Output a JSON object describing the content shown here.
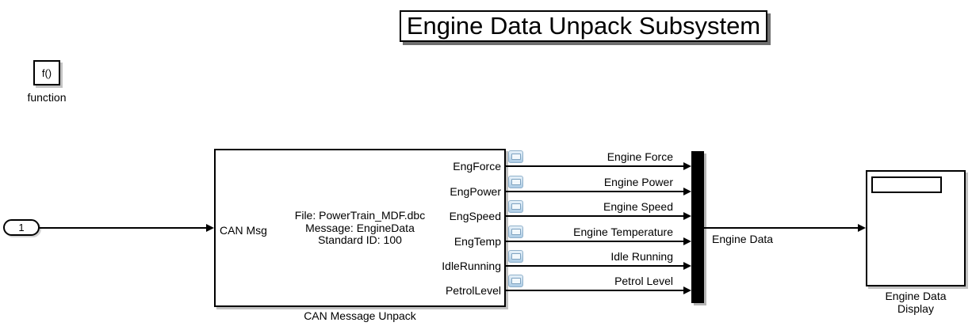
{
  "diagram_title": "Engine Data Unpack Subsystem",
  "function_trigger_block": {
    "text": "f()",
    "label": "function"
  },
  "inport_block": {
    "number": "1"
  },
  "can_unpack_block": {
    "input_port_label": "CAN Msg",
    "body_line1": "File: PowerTrain_MDF.dbc",
    "body_line2": "Message: EngineData",
    "body_line3": "Standard ID: 100",
    "name_label": "CAN Message Unpack"
  },
  "signals": [
    {
      "port_label": "EngForce",
      "signal_name": "Engine Force"
    },
    {
      "port_label": "EngPower",
      "signal_name": "Engine Power"
    },
    {
      "port_label": "EngSpeed",
      "signal_name": "Engine Speed"
    },
    {
      "port_label": "EngTemp",
      "signal_name": "Engine Temperature"
    },
    {
      "port_label": "IdleRunning",
      "signal_name": "Idle Running"
    },
    {
      "port_label": "PetrolLevel",
      "signal_name": "Petrol Level"
    }
  ],
  "mux_output_signal": {
    "name": "Engine Data"
  },
  "display_block": {
    "name_line1": "Engine Data",
    "name_line2": "Display"
  },
  "colors": {
    "canvas_bg": "#ffffff",
    "line": "#000000",
    "block_border": "#000000",
    "badge_border": "#8fb0ca",
    "badge_fill_top": "#e6f1f9",
    "badge_fill_bottom": "#abcbe5",
    "block_shadow": "#c2c2c2",
    "title_shadow": "#6f6f6f"
  }
}
